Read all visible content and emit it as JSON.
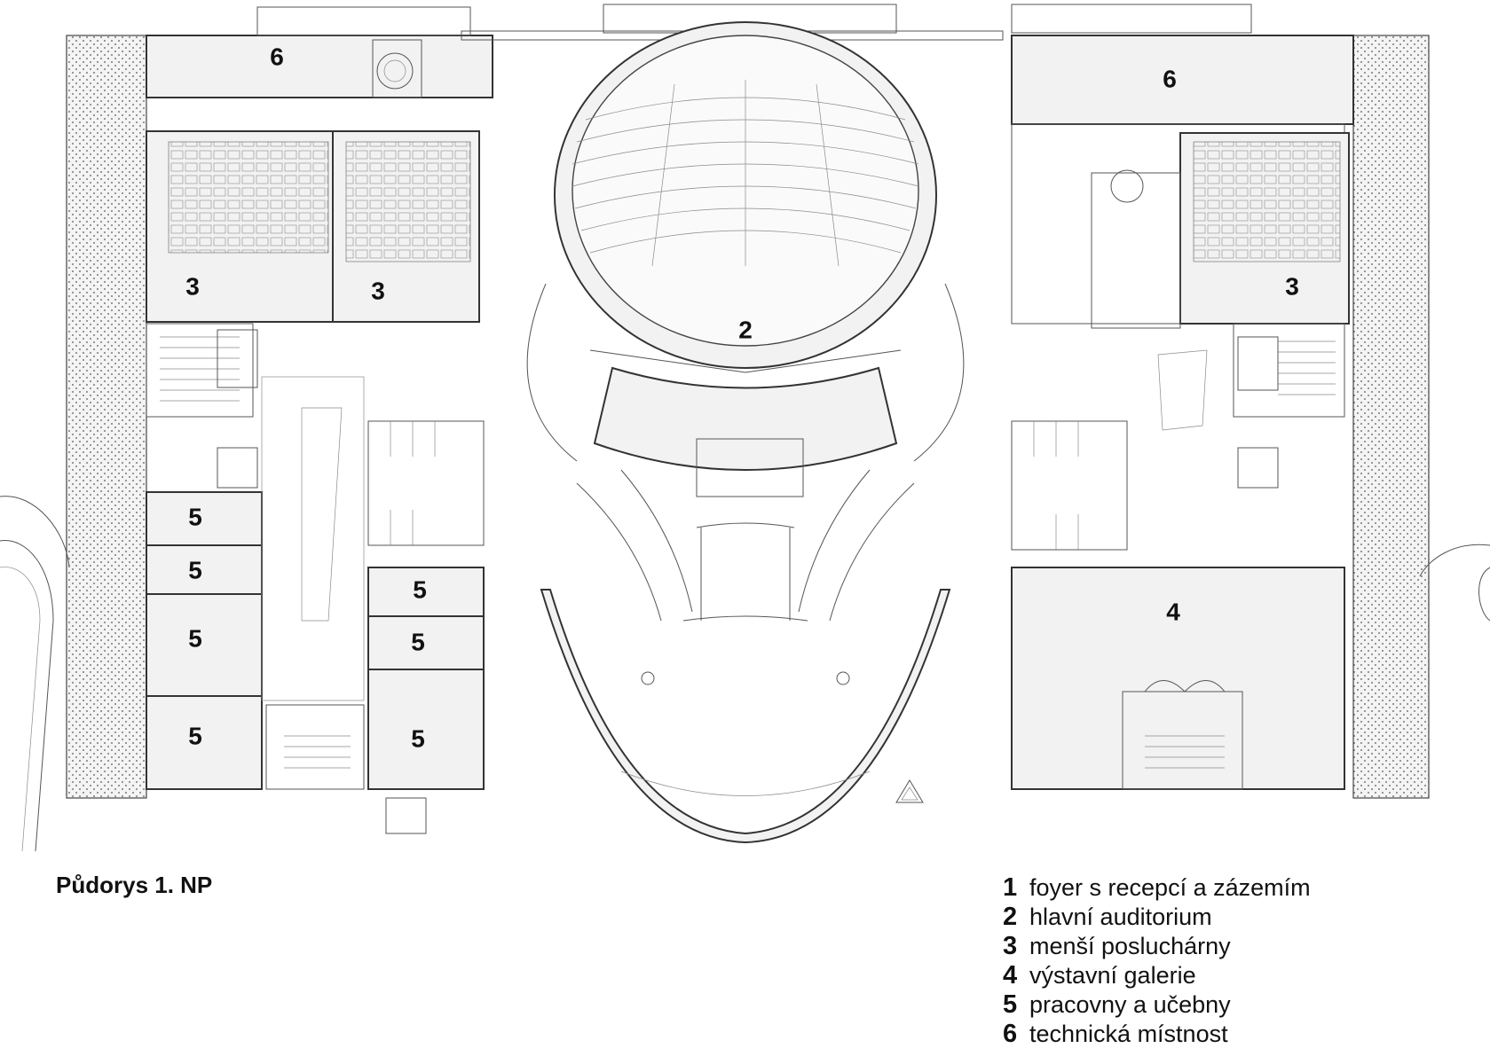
{
  "plan": {
    "title": "Půdorys 1. NP",
    "room_labels": [
      {
        "id": "2-main",
        "number": "2"
      },
      {
        "id": "3-left-a",
        "number": "3"
      },
      {
        "id": "3-left-b",
        "number": "3"
      },
      {
        "id": "3-right",
        "number": "3"
      },
      {
        "id": "4",
        "number": "4"
      },
      {
        "id": "5-a",
        "number": "5"
      },
      {
        "id": "5-b",
        "number": "5"
      },
      {
        "id": "5-c",
        "number": "5"
      },
      {
        "id": "5-d",
        "number": "5"
      },
      {
        "id": "5-e",
        "number": "5"
      },
      {
        "id": "5-f",
        "number": "5"
      },
      {
        "id": "5-g",
        "number": "5"
      },
      {
        "id": "6-left",
        "number": "6"
      },
      {
        "id": "6-right",
        "number": "6"
      }
    ]
  },
  "legend": [
    {
      "number": "1",
      "text": "foyer s recepcí a zázemím"
    },
    {
      "number": "2",
      "text": "hlavní auditorium"
    },
    {
      "number": "3",
      "text": "menší posluchárny"
    },
    {
      "number": "4",
      "text": "výstavní galerie"
    },
    {
      "number": "5",
      "text": "pracovny a učebny"
    },
    {
      "number": "6",
      "text": "technická místnost"
    }
  ],
  "colors": {
    "lines": "#333333",
    "background": "#ffffff"
  }
}
